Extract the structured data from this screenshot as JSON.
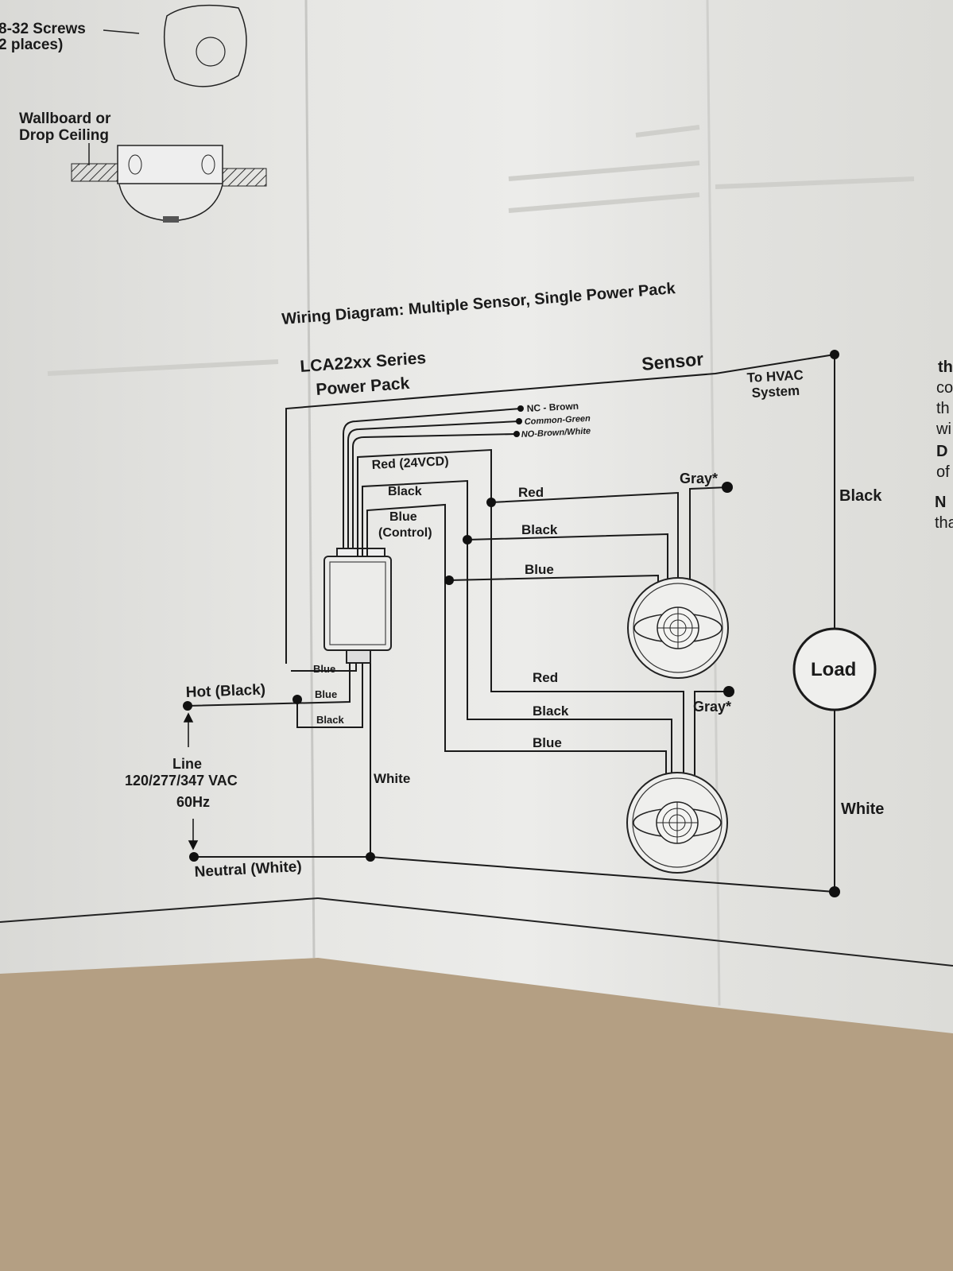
{
  "top_left": {
    "screws_line1": "8-32 Screws",
    "screws_line2": "2 places)",
    "mount_line1": "Wallboard or",
    "mount_line2": "Drop Ceiling"
  },
  "diagram": {
    "title": "Wiring Diagram: Multiple Sensor, Single Power Pack",
    "power_pack_line1": "LCA22xx Series",
    "power_pack_line2": "Power Pack",
    "sensor_label": "Sensor",
    "hvac_line1": "To HVAC",
    "hvac_line2": "System",
    "relay_nc": "NC - Brown",
    "relay_common": "Common-Green",
    "relay_no": "NO-Brown/White",
    "red_24vcd": "Red (24VCD)",
    "black_pp": "Black",
    "blue_control_line1": "Blue",
    "blue_control_line2": "(Control)",
    "s1_red": "Red",
    "s1_black": "Black",
    "s1_blue": "Blue",
    "s1_gray": "Gray*",
    "s2_red": "Red",
    "s2_black": "Black",
    "s2_blue": "Blue",
    "s2_gray": "Gray*",
    "load_black": "Black",
    "load_label": "Load",
    "load_white": "White",
    "pp_blue1": "Blue",
    "pp_blue2": "Blue",
    "pp_black": "Black",
    "white_wire": "White",
    "hot": "Hot (Black)",
    "line_line1": "Line",
    "line_line2": "120/277/347 VAC",
    "line_line3": "60Hz",
    "neutral": "Neutral (White)"
  },
  "right_edge_fragments": [
    "th",
    "co",
    "th",
    "wi",
    "D",
    "of",
    "N",
    "tha"
  ]
}
